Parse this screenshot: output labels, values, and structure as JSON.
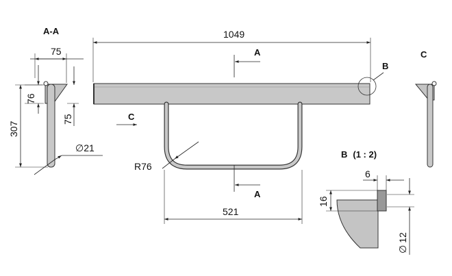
{
  "views": {
    "section_aa": "A-A",
    "view_c": "C",
    "detail_b": "B",
    "detail_scale": "(1 : 2)"
  },
  "markers": {
    "section": "A",
    "detail": "B",
    "view": "C"
  },
  "dimensions": {
    "overall_length": "1049",
    "handle_width": "521",
    "bend_radius": "R76",
    "depth_75_top": "75",
    "offset_76": "76",
    "offset_75_side": "75",
    "height_307": "307",
    "tube_diameter": "21",
    "tube_diameter_symbol": "∅",
    "detail_height": "16",
    "detail_width": "6",
    "detail_diameter": "12",
    "detail_diameter_symbol": "∅"
  }
}
